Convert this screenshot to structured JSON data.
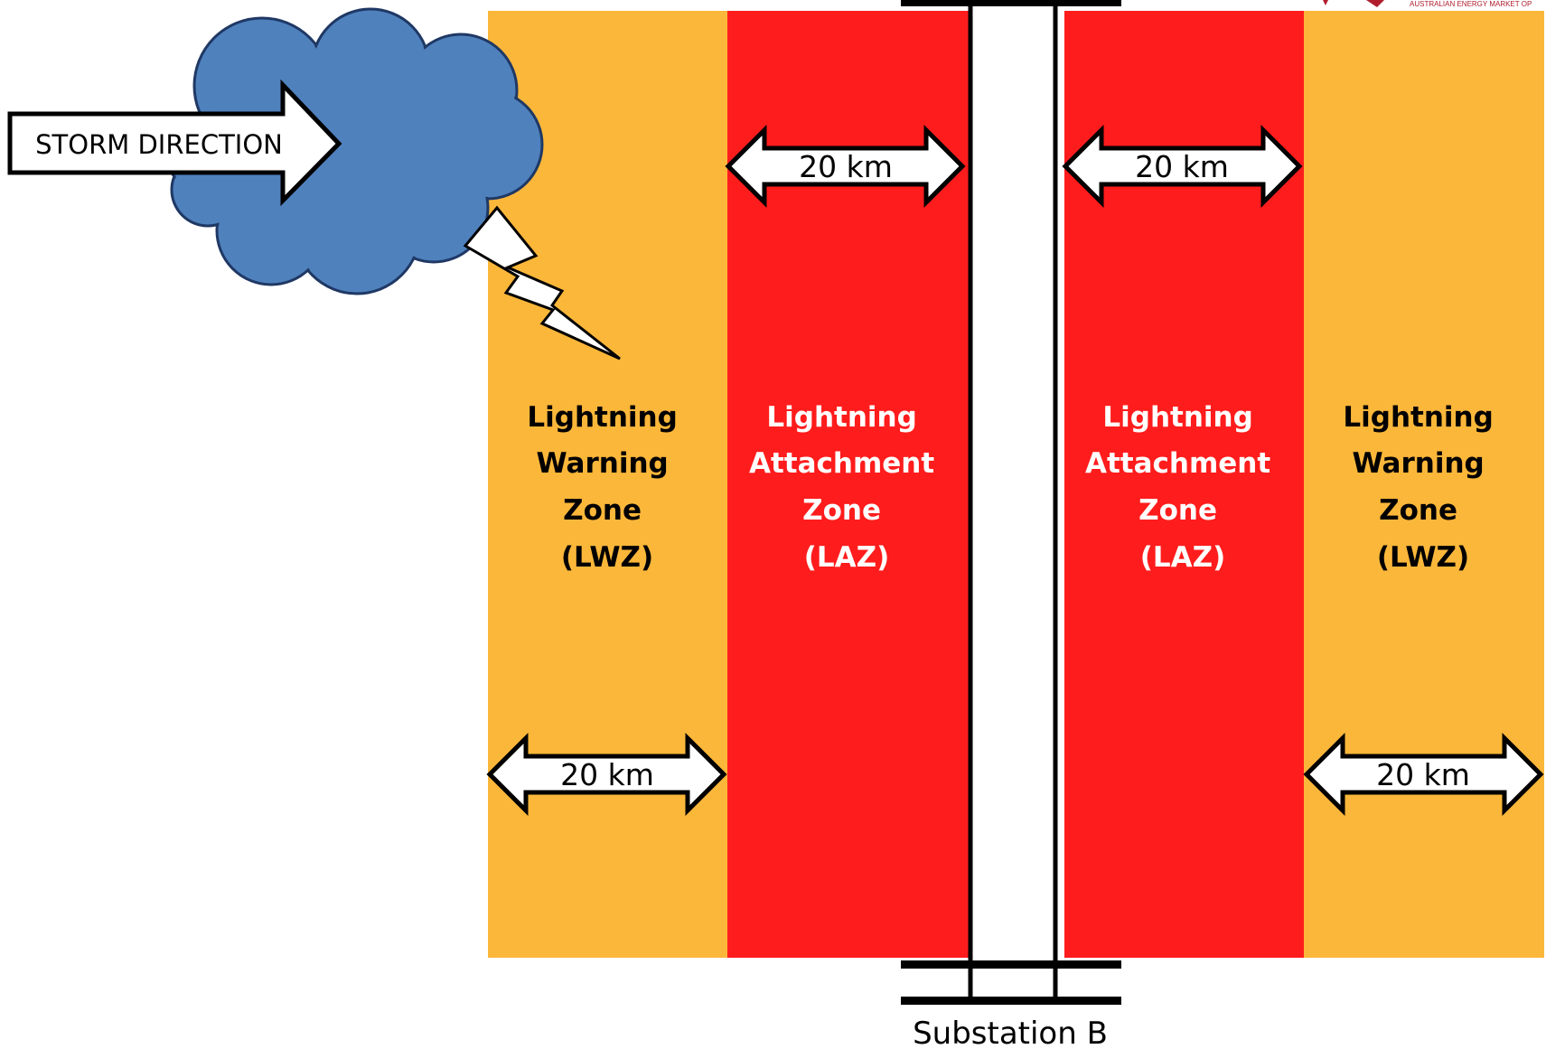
{
  "storm": {
    "label": "STORM DIRECTION"
  },
  "zones": [
    {
      "id": "lwz-left",
      "lines": [
        "Lightning",
        "Warning",
        "Zone",
        "(LWZ)"
      ],
      "color": "#FBB73A",
      "text_color": "#000000"
    },
    {
      "id": "laz-left",
      "lines": [
        "Lightning",
        "Attachment",
        "Zone",
        "(LAZ)"
      ],
      "color": "#FF1C1C",
      "text_color": "#FFFFFF"
    },
    {
      "id": "laz-right",
      "lines": [
        "Lightning",
        "Attachment",
        "Zone",
        "(LAZ)"
      ],
      "color": "#FF1C1C",
      "text_color": "#FFFFFF"
    },
    {
      "id": "lwz-right",
      "lines": [
        "Lightning",
        "Warning",
        "Zone",
        "(LWZ)"
      ],
      "color": "#FBB73A",
      "text_color": "#000000"
    }
  ],
  "distances": {
    "laz_left": "20 km",
    "laz_right": "20 km",
    "lwz_left": "20 km",
    "lwz_right": "20 km"
  },
  "substation": {
    "label": "Substation B"
  },
  "logo": {
    "text": "AUSTRALIAN ENERGY MARKET OP"
  },
  "colors": {
    "cloud": "#4F81BD",
    "cloud_outline": "#1F3864",
    "warning": "#FBB73A",
    "attachment": "#FF1C1C"
  }
}
